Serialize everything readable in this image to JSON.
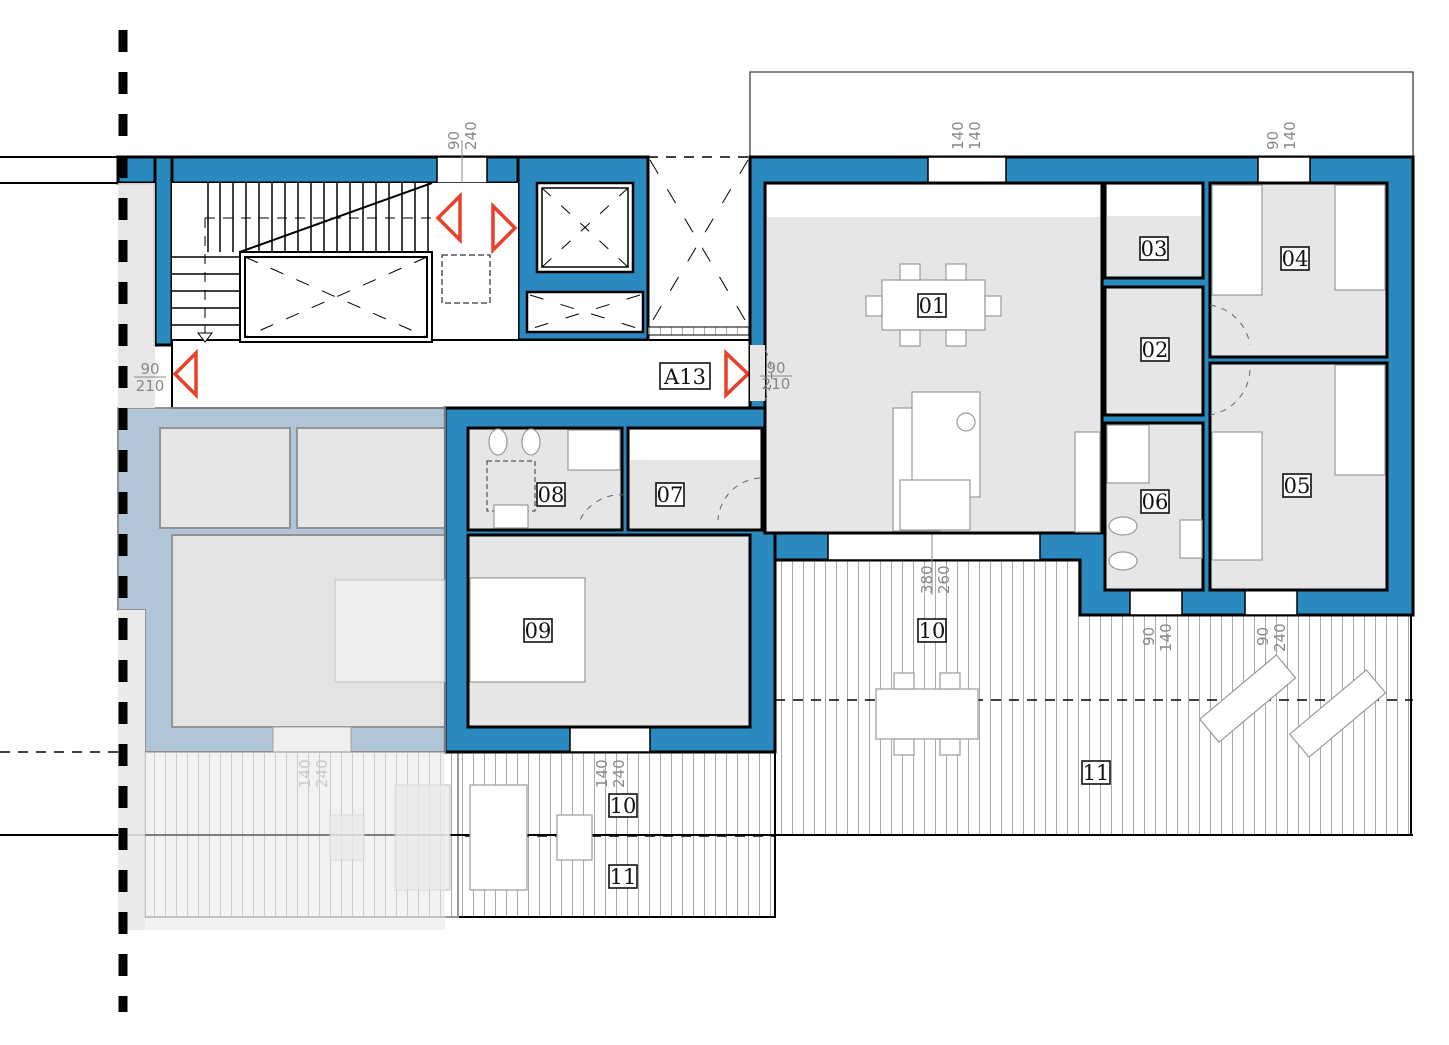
{
  "colors": {
    "wall": "#2a8abf",
    "wall_faded": "#a9bfd3",
    "arrow": "#e8402a",
    "floor": "#e6e6e8"
  },
  "rooms": {
    "r01": "01",
    "r02": "02",
    "r03": "03",
    "r04": "04",
    "r05": "05",
    "r06": "06",
    "r07": "07",
    "r08": "08",
    "r09": "09",
    "r10_main": "10",
    "r11_main": "11",
    "r10_small": "10",
    "r11_small": "11",
    "a13": "A13"
  },
  "dimensions": {
    "stair_window": {
      "w": "90",
      "h": "240"
    },
    "living_window": {
      "w": "140",
      "h": "140"
    },
    "room04_window": {
      "w": "90",
      "h": "140"
    },
    "door_left": {
      "w": "90",
      "h": "210"
    },
    "door_right": {
      "w": "90",
      "h": "210"
    },
    "living_slider": {
      "w": "380",
      "h": "260"
    },
    "room06_window": {
      "w": "90",
      "h": "140"
    },
    "room05_window": {
      "w": "90",
      "h": "240"
    },
    "faded_window": {
      "w": "140",
      "h": "240"
    },
    "room09_window": {
      "w": "140",
      "h": "240"
    }
  }
}
